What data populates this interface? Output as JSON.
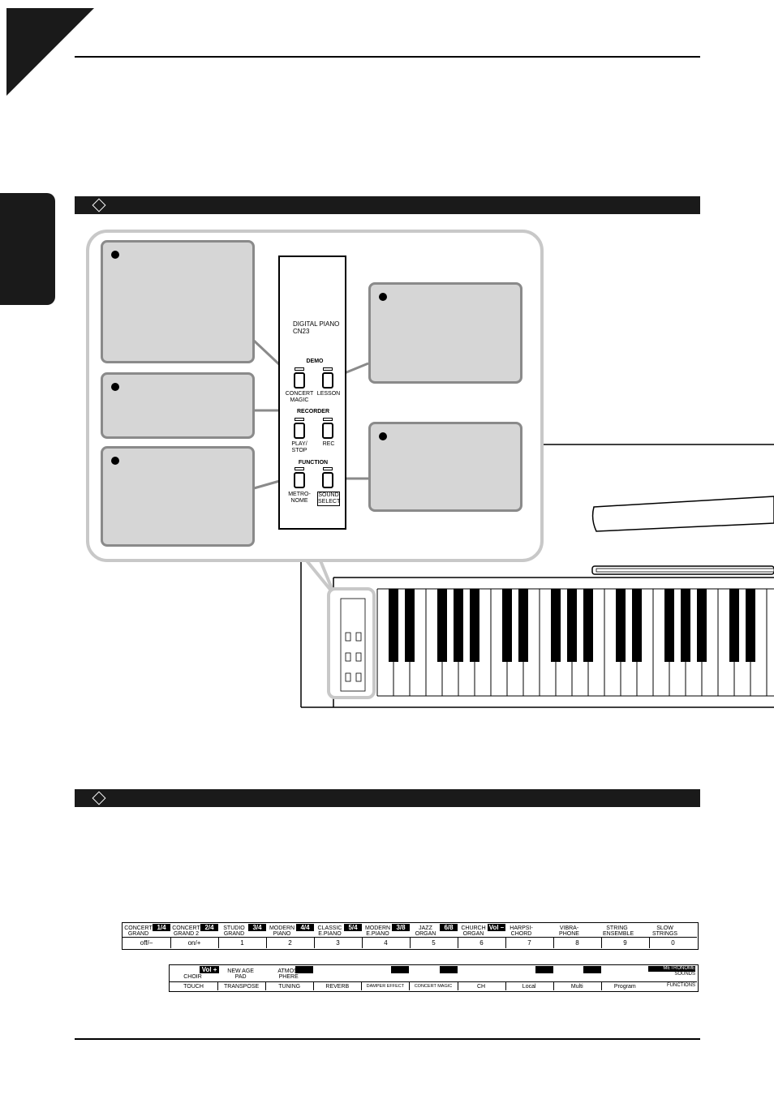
{
  "panel": {
    "brand_line1": "DIGITAL PIANO",
    "brand_line2": "CN23",
    "group_demo": "DEMO",
    "group_recorder": "RECORDER",
    "group_function": "FUNCTION",
    "btn_concert_magic_1": "CONCERT",
    "btn_concert_magic_2": "MAGIC",
    "btn_lesson": "LESSON",
    "btn_play_stop_1": "PLAY/",
    "btn_play_stop_2": "STOP",
    "btn_rec": "REC",
    "btn_metronome_1": "METRO-",
    "btn_metronome_2": "NOME",
    "btn_sound_select_1": "SOUND",
    "btn_sound_select_2": "SELECT"
  },
  "table1": {
    "top": [
      {
        "l1": "CONCERT",
        "l2": "GRAND"
      },
      {
        "l1": "CONCERT",
        "l2": "GRAND 2"
      },
      {
        "l1": "STUDIO",
        "l2": "GRAND"
      },
      {
        "l1": "MODERN",
        "l2": "PIANO"
      },
      {
        "l1": "CLASSIC",
        "l2": "E.PIANO"
      },
      {
        "l1": "MODERN",
        "l2": "E.PIANO"
      },
      {
        "l1": "JAZZ",
        "l2": "ORGAN"
      },
      {
        "l1": "CHURCH",
        "l2": "ORGAN"
      },
      {
        "l1": "HARPSI-",
        "l2": "CHORD"
      },
      {
        "l1": "VIBRA-",
        "l2": "PHONE"
      },
      {
        "l1": "STRING",
        "l2": "ENSEMBLE"
      },
      {
        "l1": "SLOW",
        "l2": "STRINGS"
      }
    ],
    "tags": [
      "1/4",
      "2/4",
      "3/4",
      "4/4",
      "5/4",
      "3/8",
      "6/8",
      "Vol –"
    ],
    "bottom": [
      "off/–",
      "on/+",
      "1",
      "2",
      "3",
      "4",
      "5",
      "6",
      "7",
      "8",
      "9",
      "0"
    ]
  },
  "table2": {
    "top": [
      {
        "l1": "",
        "l2": "CHOIR"
      },
      {
        "l1": "NEW AGE",
        "l2": "PAD"
      },
      {
        "l1": "ATMOS-",
        "l2": "PHERE"
      }
    ],
    "vol_plus": "Vol +",
    "legend": {
      "metronome": "METRONOME",
      "sounds": "SOUNDS",
      "functions": "FUNCTIONS"
    },
    "bottom": [
      "TOUCH",
      "TRANSPOSE",
      "TUNING",
      "REVERB",
      "DAMPER EFFECT",
      "CONCERT MAGIC",
      "CH",
      "Local",
      "Multi",
      "Program"
    ]
  }
}
